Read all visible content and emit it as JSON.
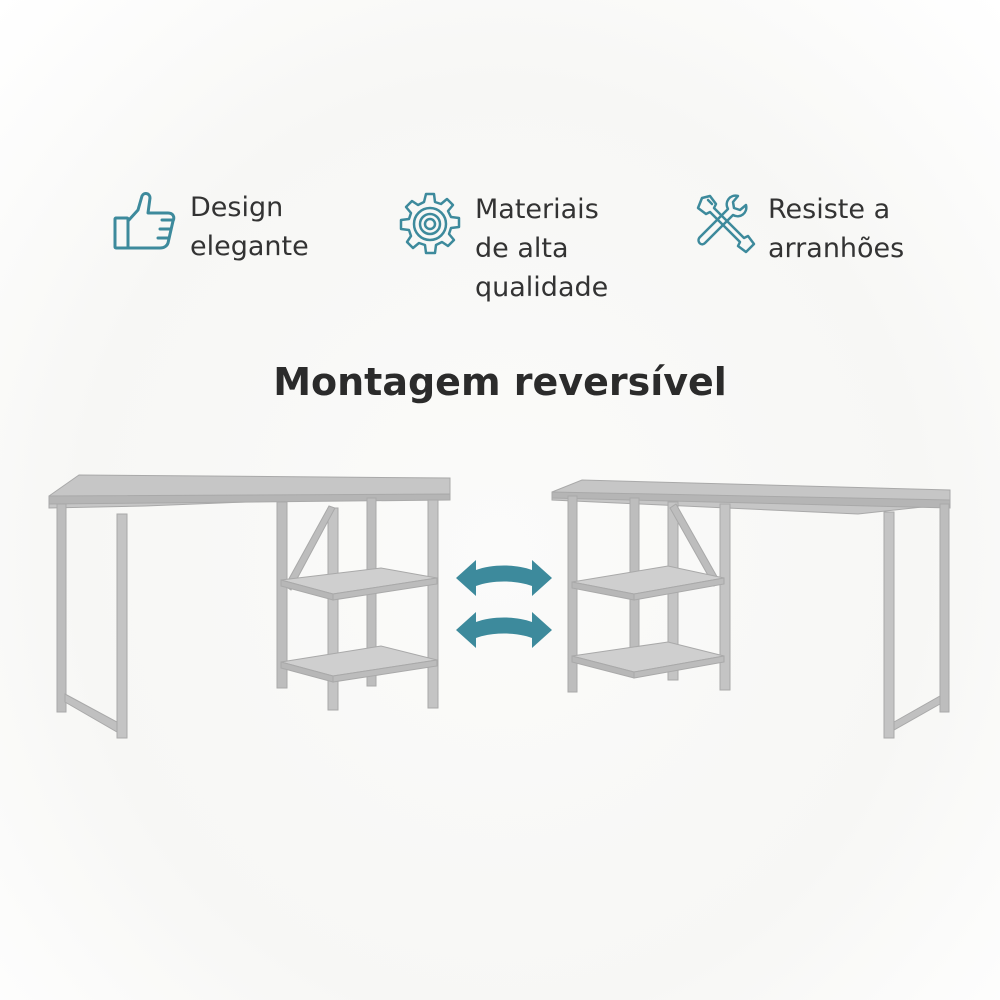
{
  "features": [
    {
      "icon": "thumbs-up-icon",
      "label": "Design\nelegante"
    },
    {
      "icon": "gear-icon",
      "label": "Materiais\nde alta\nqualidade"
    },
    {
      "icon": "tools-icon",
      "label": "Resiste a\narranhões"
    }
  ],
  "headline": "Montagem reversível",
  "colors": {
    "accent": "#3d8a9c",
    "text": "#2b2b2b",
    "desk": "#c2c2c2"
  }
}
